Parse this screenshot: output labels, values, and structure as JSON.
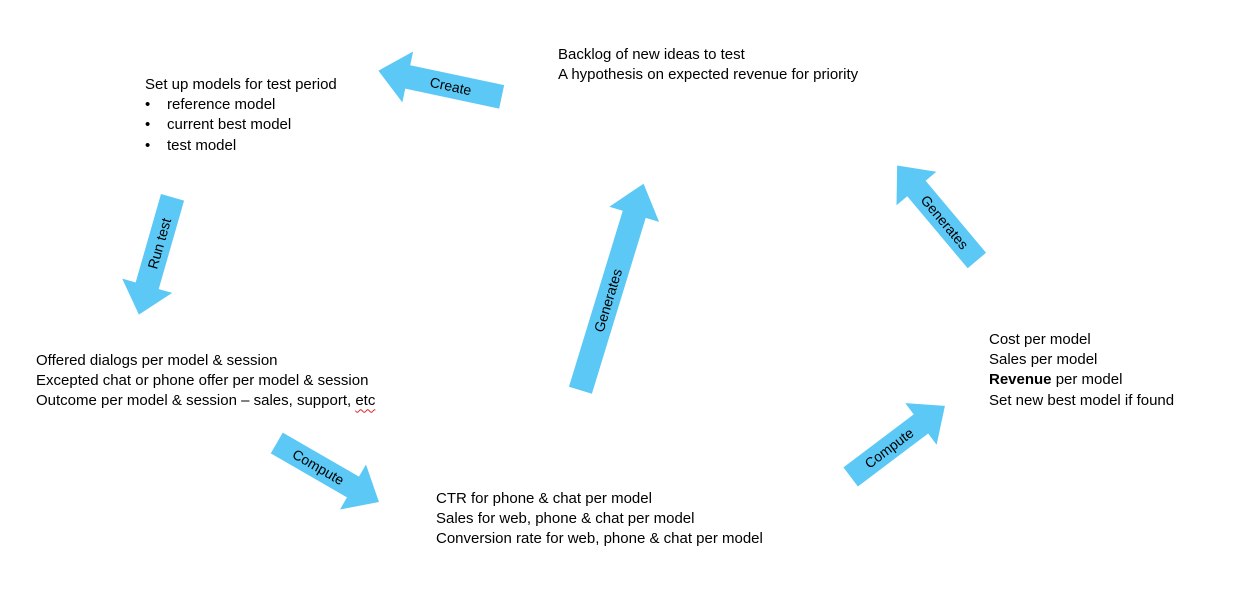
{
  "colors": {
    "arrow": "#5bc8f5",
    "text": "#000000"
  },
  "blocks": {
    "backlog": {
      "lines": [
        "Backlog of new ideas to test",
        "A hypothesis on expected revenue for priority"
      ]
    },
    "setup": {
      "title": "Set up models for test period",
      "bullet": "•",
      "items": [
        "reference model",
        "current best model",
        "test model"
      ]
    },
    "offered": {
      "lines": [
        "Offered dialogs per model & session",
        "Excepted chat or phone offer per model & session"
      ],
      "outcome_prefix": "Outcome per model & session – sales, support, ",
      "outcome_misspelled": "etc"
    },
    "ctr": {
      "lines": [
        "CTR for phone & chat per model",
        "Sales for web, phone & chat per model",
        "Conversion rate for web, phone & chat per model"
      ]
    },
    "cost": {
      "line1": "Cost per model",
      "line2": "Sales per model",
      "line3_bold": "Revenue",
      "line3_rest": " per model",
      "line4": "Set new best model if found"
    }
  },
  "arrows": {
    "create": "Create",
    "run_test": "Run test",
    "compute_left": "Compute",
    "generates_middle": "Generates",
    "compute_right": "Compute",
    "generates_right": "Generates"
  }
}
